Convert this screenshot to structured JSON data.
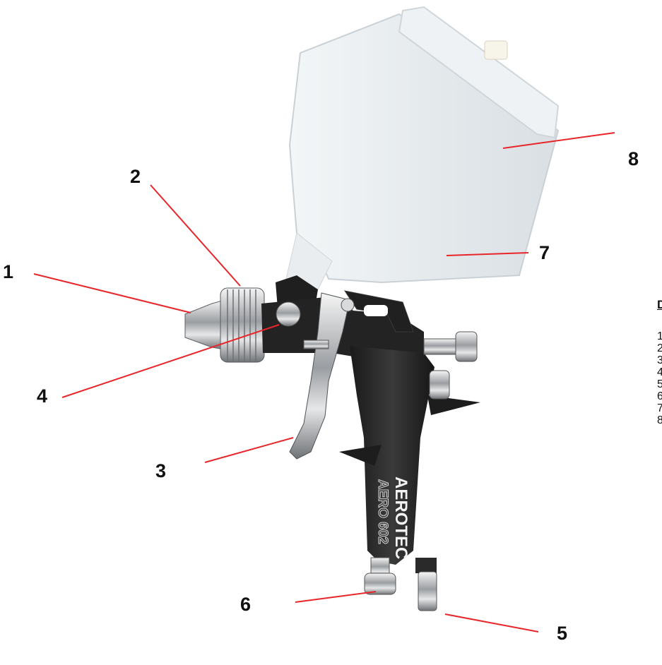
{
  "colors": {
    "leader_line": "#e8262a",
    "gun_body": "#262626",
    "chrome": "#c7c9cc",
    "cup_plastic": "#e6ebee",
    "label_text": "#111111"
  },
  "callouts": [
    {
      "id": "1",
      "text": "1"
    },
    {
      "id": "2",
      "text": "2"
    },
    {
      "id": "3",
      "text": "3"
    },
    {
      "id": "4",
      "text": "4"
    },
    {
      "id": "5",
      "text": "5"
    },
    {
      "id": "6",
      "text": "6"
    },
    {
      "id": "7",
      "text": "7"
    },
    {
      "id": "8",
      "text": "8"
    }
  ],
  "brand": {
    "grip_logo": "AEROTEC",
    "grip_model": "AERO 602"
  },
  "legend": {
    "title": "D",
    "items": [
      "1",
      "2",
      "3",
      "4",
      "5",
      "6",
      "7",
      "8"
    ]
  }
}
